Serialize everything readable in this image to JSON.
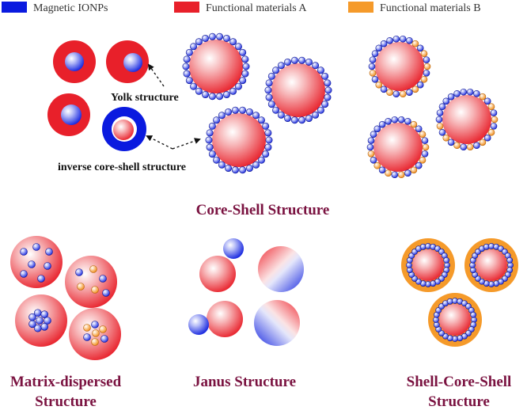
{
  "legend": {
    "items": [
      {
        "label": "Magnetic IONPs",
        "color": "#0a1adf"
      },
      {
        "label": "Functional materials A",
        "color": "#e8202a"
      },
      {
        "label": "Functional materials B",
        "color": "#f59a2a"
      }
    ]
  },
  "annotations": {
    "yolk": "Yolk structure",
    "inverse": "inverse core-shell structure"
  },
  "titles": {
    "core_shell": "Core-Shell Structure",
    "matrix_line1": "Matrix-dispersed",
    "matrix_line2": "Structure",
    "janus": "Janus Structure",
    "scs_line1": "Shell-Core-Shell",
    "scs_line2": "Structure"
  },
  "colors": {
    "magnetic": "#0a1adf",
    "material_a": "#e8202a",
    "material_b": "#f59a2a",
    "title": "#7a1240"
  }
}
